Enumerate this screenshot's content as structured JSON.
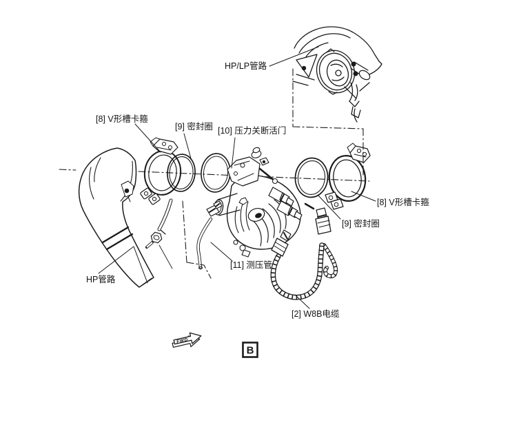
{
  "figure": {
    "type": "exploded-parts-diagram",
    "labels": {
      "hp_lp_duct": "HP/LP管路",
      "clamp_left": "[8] V形槽卡箍",
      "seal_left": "[9] 密封圈",
      "shutoff_valve": "[10] 压力关断活门",
      "clamp_right": "[8] V形槽卡箍",
      "seal_right": "[9] 密封圈",
      "pressure_tube": "[11] 测压管",
      "cable": "[2] W8B电缆",
      "hp_duct": "HP管路"
    },
    "view_letter": "B",
    "direction_arrow": "FWD",
    "colors": {
      "line": "#1a1a1a",
      "background": "#ffffff"
    }
  }
}
